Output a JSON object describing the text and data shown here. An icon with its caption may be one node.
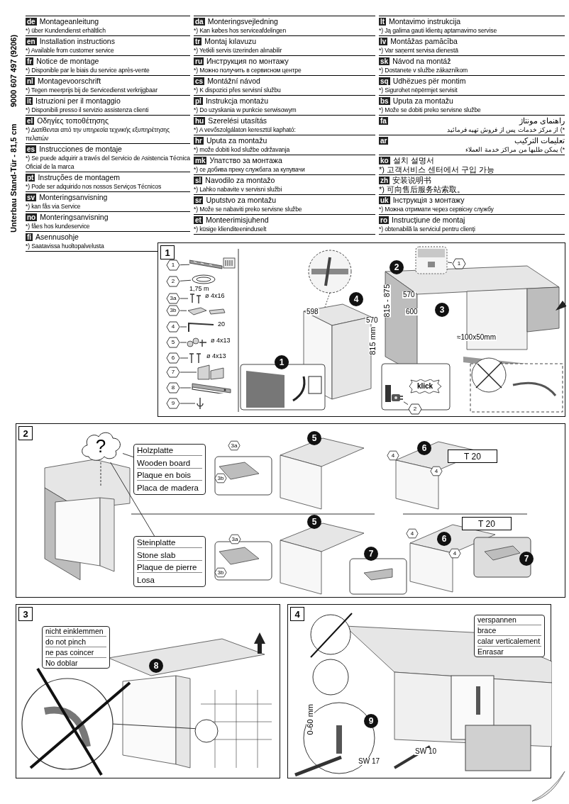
{
  "diagram": {
    "nodes": [
      {
        "text": [
          "1"
        ]
      },
      {
        "text": [
          "2"
        ]
      },
      {
        "text": [
          "3"
        ]
      },
      {
        "text": [
          "4"
        ]
      },
      {
        "text": [
          "1"
        ],
        "in": 0
      },
      {
        "text": [
          "2"
        ],
        "in": 0
      },
      {
        "text": [
          "3a"
        ],
        "in": 0
      },
      {
        "text": [
          "3b"
        ],
        "in": 0
      },
      {
        "text": [
          "4"
        ],
        "in": 0
      },
      {
        "text": [
          "5"
        ],
        "in": 0
      },
      {
        "text": [
          "6"
        ],
        "in": 0
      },
      {
        "text": [
          "7"
        ],
        "in": 0
      },
      {
        "text": [
          "8"
        ],
        "in": 0
      },
      {
        "text": [
          "9"
        ],
        "in": 0
      },
      {
        "text": [],
        "shape": "picture",
        "in": 0
      },
      {
        "text": [],
        "shape": "picture",
        "in": 0,
        "beside": [
          "1,75 m"
        ]
      },
      {
        "text": [],
        "shape": "picture",
        "in": 0,
        "beside": [
          "ø 4x16"
        ]
      },
      {
        "text": [],
        "shape": "picture",
        "in": 0
      },
      {
        "text": [],
        "shape": "picture",
        "in": 0,
        "beside": [
          "20"
        ]
      },
      {
        "text": [],
        "shape": "picture",
        "in": 0,
        "beside": [
          "ø 4x13"
        ]
      },
      {
        "text": [],
        "shape": "picture",
        "in": 0,
        "beside": [
          "ø 4x13"
        ]
      },
      {
        "text": [],
        "shape": "picture",
        "in": 0
      },
      {
        "text": [],
        "shape": "picture",
        "in": 0
      },
      {
        "text": [],
        "shape": "picture",
        "in": 0
      },
      {
        "text": [
          "1"
        ],
        "in": 0
      },
      {
        "text": [],
        "shape": "picture",
        "in": 0
      },
      {
        "text": [
          "2"
        ],
        "in": 0
      },
      {
        "text": [],
        "shape": "picture",
        "in": 0
      },
      {
        "text": [
          "klick"
        ],
        "in": 0
      },
      {
        "text": [
          "?"
        ],
        "in": 1
      },
      {
        "text": [
          "Holzplatte",
          "Wooden board",
          "Plaque en bois",
          "Placa de madera"
        ],
        "in": 1
      },
      {
        "text": [
          "Steinplatte",
          "Stone slab",
          "Plaque de pierre",
          "Losa"
        ],
        "in": 1
      },
      {
        "text": [
          "T 20"
        ],
        "in": 1
      },
      {
        "text": [
          "T 20"
        ],
        "in": 1
      },
      {
        "text": [
          "nicht einklemmen",
          "do not pinch",
          "ne pas coincer",
          "No doblar"
        ],
        "in": 2
      },
      {
        "text": [
          "verspannen",
          "brace",
          "calar verticalement",
          "Enrasar"
        ],
        "in": 3
      },
      {
        "text": [
          "3a"
        ],
        "in": 1
      },
      {
        "text": [
          "3b"
        ],
        "in": 1
      },
      {
        "text": [
          "4"
        ],
        "in": 1
      },
      {
        "text": [
          "4"
        ],
        "in": 1
      },
      {
        "text": [
          "3a"
        ],
        "in": 1
      },
      {
        "text": [
          "3b"
        ],
        "in": 1
      },
      {
        "text": [
          "4"
        ],
        "in": 1
      },
      {
        "text": [
          "4"
        ],
        "in": 1
      }
    ],
    "edges": [
      {
        "from": 4,
        "to": 14,
        "arrow": "none"
      },
      {
        "from": 5,
        "to": 15,
        "arrow": "none"
      },
      {
        "from": 6,
        "to": 16,
        "arrow": "none"
      },
      {
        "from": 7,
        "to": 17,
        "arrow": "none"
      },
      {
        "from": 8,
        "to": 18,
        "arrow": "none"
      },
      {
        "from": 9,
        "to": 19,
        "arrow": "none"
      },
      {
        "from": 10,
        "to": 20,
        "arrow": "none"
      },
      {
        "from": 11,
        "to": 21,
        "arrow": "none"
      },
      {
        "from": 12,
        "to": 22,
        "arrow": "none"
      },
      {
        "from": 13,
        "to": 23,
        "arrow": "none"
      },
      {
        "from": 24,
        "to": 25,
        "arrow": "none"
      },
      {
        "from": 26,
        "to": 27,
        "arrow": "none"
      },
      {
        "from": 29,
        "to": 30,
        "arrow": "none"
      },
      {
        "from": 29,
        "to": 31,
        "arrow": "none"
      },
      {
        "from": 29,
        "to": null,
        "arrow": "none",
        "style": "dashed"
      }
    ],
    "labels": [
      "Unterbau Stand-Tür - 81,5 cm",
      "9000 607 497 (9206)",
      "de",
      "Montageanleitung",
      "*) über Kundendienst erhältlich",
      "da",
      "Monteringsvejledning",
      "*) Kan købes hos serviceafdelingen",
      "lt",
      "Montavimo instrukcija",
      "*) Ją galima gauti klientų aptarnavimo servise",
      "en",
      "Installation instructions",
      "*) Available from customer service",
      "tr",
      "Montaj kılavuzu",
      "*) Yetkili servis üzerinden alınabilir",
      "lv",
      "Montāžas pamācība",
      "*) Var saņemt servisa dienestā",
      "fr",
      "Notice de montage",
      "*) Disponible par le biais du service après-vente",
      "ru",
      "Инструкция по монтажу",
      "*) Можно получить в сервисном центре",
      "sk",
      "Návod na montáž",
      "*) Dostanete v službe zákazníkom",
      "nl",
      "Montagevoorschrift",
      "*) Tegen meerprijs bij de Servicedienst verkrijgbaar",
      "cs",
      "Montážní návod",
      "*) K dispozici přes servisní službu",
      "sq",
      "Udhëzues për montim",
      "*) Sigurohet nëpërmjet servisit",
      "it",
      "Istruzioni per il montaggio",
      "*) Disponibili presso il servizio assistenza clienti",
      "pl",
      "Instrukcja montażu",
      "*) Do uzyskania w punkcie serwisowym",
      "bs",
      "Uputa za montažu",
      "*) Može se dobiti preko servisne službe",
      "el",
      "Οδηγίες τοποθέτησης",
      "*) Διατίθενται από την υπηρεσία τεχνικής εξυπηρέτησης πελατών",
      "hu",
      "Szerelési utasítás",
      "*) A vevőszolgálaton keresztül kapható:",
      "fa",
      "راهنمای مونتاژ",
      "*) از مرکز خدمات پس از فروش تهیه فرمائید",
      "es",
      "Instrucciones de montaje",
      "*) Se puede adquirir a través del Servicio de Asistencia Técnica Oficial de la marca",
      "hr",
      "Uputa za montažu",
      "*) može dobiti kod službe održavanja",
      "ar",
      "تعليمات التركيب",
      "*) يمكن طلبها من مراكز خدمة العملاء",
      "pt",
      "Instruções de montagem",
      "*) Pode ser adquirido nos nossos Serviços Técnicos",
      "mk",
      "Упатство за монтажа",
      "*) се добива преку службата за купувачи",
      "ko",
      "설치 설명서",
      "*) 고객서비스 센터에서 구입 가능",
      "sv",
      "Monteringsanvisning",
      "*) kan fås via Service",
      "sl",
      "Navodilo za montažo",
      "*) Lahko nabavite v servisni službi",
      "zh",
      "安装说明书",
      "*) 可向售后服务站索取。",
      "no",
      "Monteringsanvisning",
      "*) fåes hos kundeservice",
      "sr",
      "Uputstvo za montažu",
      "*) Može se nabaviti preko servisne službe",
      "uk",
      "Інструкція з монтажу",
      "*) Можна отримати через сервісну службу",
      "fi",
      "Asennusohje",
      "*) Saatavissa huoltopalvelusta",
      "et",
      "Monteerimisjuhend",
      "*) küsige klienditeeninduselt",
      "ro",
      "Instrucțiune de montaj",
      "*) obtenabilă la serviciul pentru clienți",
      "2",
      "4",
      "598",
      "570",
      "815 - 875",
      "570",
      "600",
      "815 mm",
      "3",
      "≈100x50mm",
      "1",
      "5",
      "6",
      "5",
      "7",
      "6",
      "7",
      "8",
      "0-60 mm",
      "9",
      "SW 17",
      "SW 10"
    ]
  }
}
